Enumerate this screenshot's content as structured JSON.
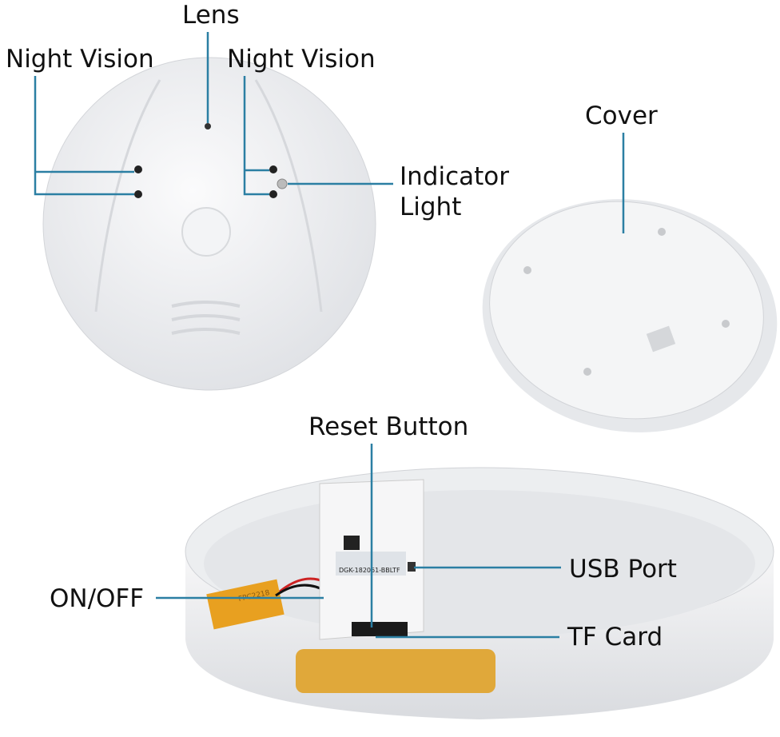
{
  "labels": {
    "lens": "Lens",
    "night_vision_left": "Night Vision",
    "night_vision_right": "Night Vision",
    "indicator_light": "Indicator\nLight",
    "indicator_line1": "Indicator",
    "indicator_line2": "Light",
    "cover": "Cover",
    "reset_button": "Reset Button",
    "usb_port": "USB Port",
    "on_off": "ON/OFF",
    "tf_card": "TF Card"
  },
  "sticker": {
    "code": "DGK-182061-BBLTF",
    "battery": "FPC2218"
  },
  "colors": {
    "callout": "#2b7fa3",
    "plastic": "#f2f3f5",
    "battery": "#e8a020"
  }
}
